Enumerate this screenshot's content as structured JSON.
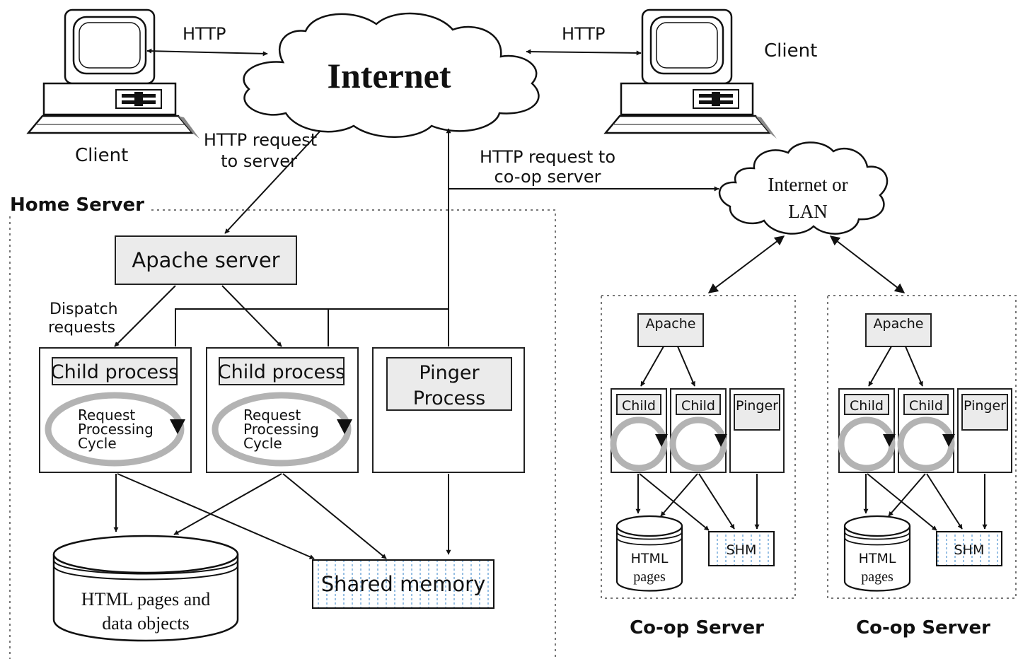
{
  "diagram": {
    "top": {
      "internet": "Internet",
      "http_left": "HTTP",
      "http_right": "HTTP",
      "client_left": "Client",
      "client_right": "Client",
      "req_server_1": "HTTP request",
      "req_server_2": "to server",
      "req_coop_1": "HTTP request to",
      "req_coop_2": "co-op server",
      "lan_1": "Internet or",
      "lan_2": "LAN"
    },
    "home": {
      "title": "Home Server",
      "apache": "Apache server",
      "dispatch_1": "Dispatch",
      "dispatch_2": "requests",
      "child_1": "Child process",
      "child_2": "Child process",
      "cycle_1": "Request",
      "cycle_2": "Processing",
      "cycle_3": "Cycle",
      "pinger_1": "Pinger",
      "pinger_2": "Process",
      "html_1": "HTML pages and",
      "html_2": "data objects",
      "shm": "Shared memory"
    },
    "coop": {
      "title": "Co-op Server",
      "apache": "Apache",
      "child": "Child",
      "pinger": "Pinger",
      "html_1": "HTML",
      "html_2": "pages",
      "shm": "SHM"
    }
  }
}
